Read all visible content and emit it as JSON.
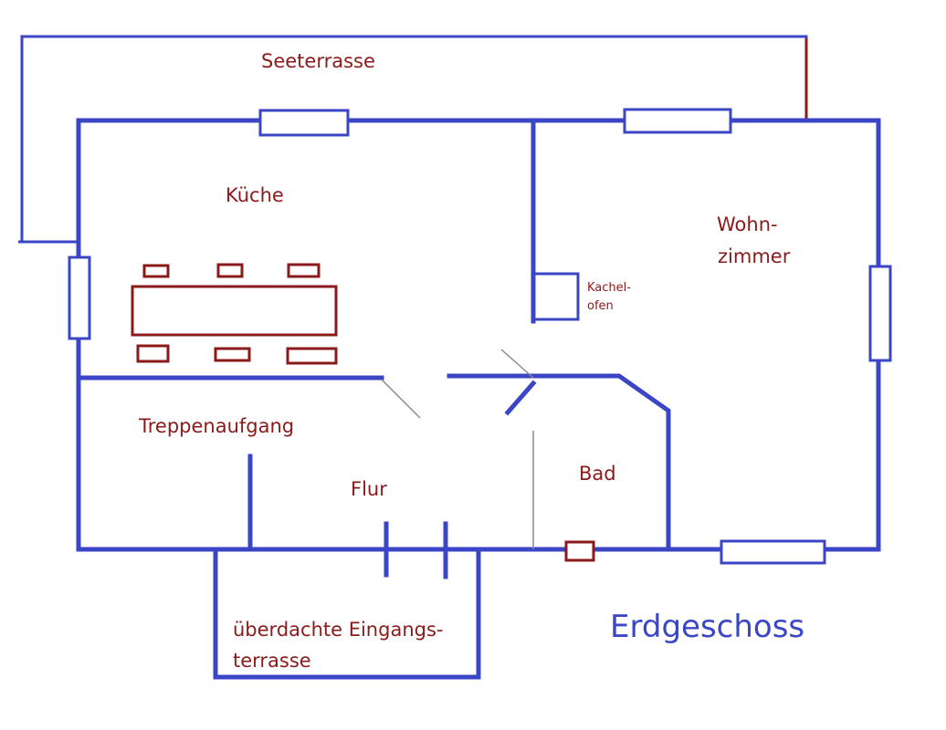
{
  "title": "Erdgeschoss",
  "rooms": {
    "seeterrasse": "Seeterrasse",
    "kueche": "Küche",
    "wohn_line1": "Wohn-",
    "wohn_line2": "zimmer",
    "kachel_line1": "Kachel-",
    "kachel_line2": "ofen",
    "treppenaufgang": "Treppenaufgang",
    "flur": "Flur",
    "bad": "Bad",
    "terrasse_line1": "überdachte Eingangs-",
    "terrasse_line2": "terrasse"
  },
  "colors": {
    "walls": "#3a46c6",
    "labels": "#8b1a1a",
    "door_swing": "#8a8a8a"
  }
}
